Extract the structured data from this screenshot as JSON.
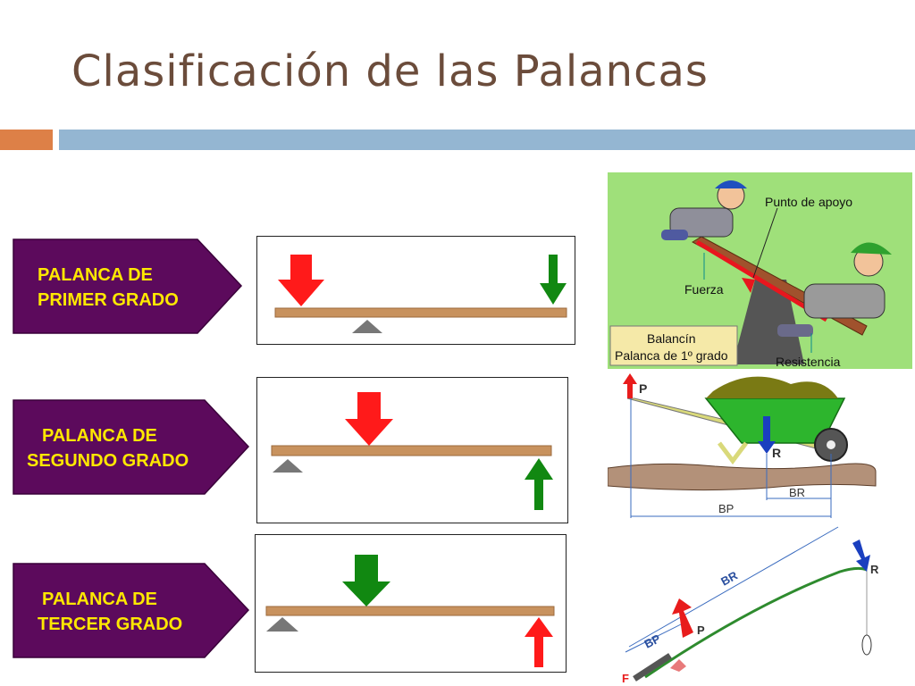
{
  "slide": {
    "title": "Clasificación de las Palancas",
    "colors": {
      "title": "#6b4c3b",
      "accent_orange": "#dd8047",
      "accent_blue": "#94b6d2",
      "label_fill": "#5c0a5c",
      "arrow_red": "#ff1a1a",
      "arrow_green": "#118811",
      "beam": "#c8925e",
      "fulcrum": "#777777"
    }
  },
  "levers": [
    {
      "line1": "PALANCA DE",
      "line2": "PRIMER GRADO"
    },
    {
      "line1": "PALANCA DE",
      "line2": "SEGUNDO GRADO"
    },
    {
      "line1": "PALANCA DE",
      "line2": "TERCER GRADO"
    }
  ],
  "illustrations": {
    "seesaw": {
      "fulcrum_label": "Punto de apoyo",
      "force_label": "Fuerza",
      "resistance_label": "Resistencia",
      "caption_line1": "Balancín",
      "caption_line2": "Palanca de 1º grado"
    },
    "wheelbarrow": {
      "p_label": "P",
      "r_label": "R",
      "br_label": "BR",
      "bp_label": "BP"
    },
    "fishing_rod": {
      "br_label": "BR",
      "bp_label": "BP",
      "p_label": "P",
      "r_label": "R",
      "f_label": "F"
    }
  }
}
